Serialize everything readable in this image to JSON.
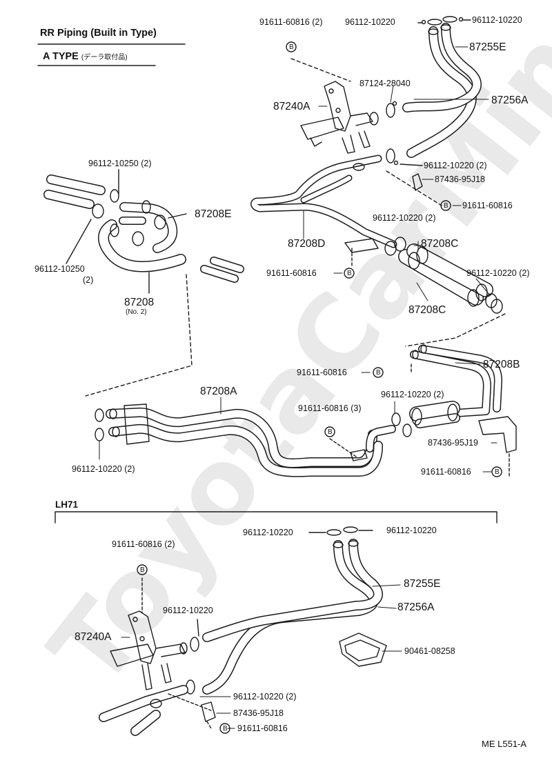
{
  "watermark": "ToyotaCarMine.ru",
  "header": {
    "title": "RR Piping (Built in Type)",
    "subtitle": "A TYPE",
    "subtitle_note": "(デーラ取付品)"
  },
  "section_lh71": "LH71",
  "footer_code": "ME  L551-A",
  "labels": {
    "t_91611_60816_2": "91611-60816 (2)",
    "t_96112_10220_a": "96112-10220",
    "t_96112_10220_b": "96112-10220",
    "t_87255E": "87255E",
    "t_87124_28040": "87124-28040",
    "t_87240A": "87240A",
    "t_87256A": "87256A",
    "t_96112_10220_2a": "96112-10220 (2)",
    "t_87436_95J18": "87436-95J18",
    "t_91611_60816_a": "91611-60816",
    "l_96112_10250_2": "96112-10250 (2)",
    "l_87208E": "87208E",
    "l_96112_10250": "96112-10250",
    "l_paren_2": "(2)",
    "l_87208": "87208",
    "l_no2": "(No. 2)",
    "m_96112_10220_2": "96112-10220 (2)",
    "m_87208D": "87208D",
    "m_87208C_top": "87208C",
    "m_91611_60816": "91611-60816",
    "m_96112_10220_2_right": "96112-10220 (2)",
    "m_87208C_bottom": "87208C",
    "n_91611_60816": "91611-60816",
    "n_87208B": "87208B",
    "n_87208A": "87208A",
    "n_96112_10220_2": "96112-10220 (2)",
    "n_91611_60816_3": "91611-60816 (3)",
    "n_87436_95J19": "87436-95J19",
    "n_91611_60816_b": "91611-60816",
    "n_96112_10220_2_left": "96112-10220 (2)",
    "b_96112_10220_left": "96112-10220",
    "b_96112_10220_right": "96112-10220",
    "b_91611_60816_2": "91611-60816 (2)",
    "b_87255E": "87255E",
    "b_96112_10220_mid": "96112-10220",
    "b_87256A": "87256A",
    "b_87240A": "87240A",
    "b_90461_08258": "90461-08258",
    "b_96112_10220_2": "96112-10220 (2)",
    "b_87436_95J18": "87436-95J18",
    "b_91611_60816": "91611-60816"
  },
  "bolt_marker": "B"
}
